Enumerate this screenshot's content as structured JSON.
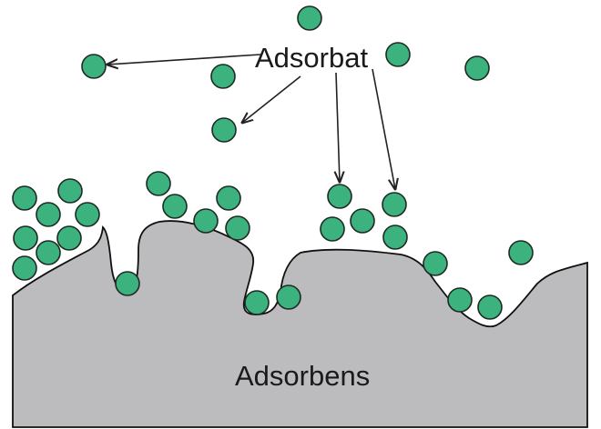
{
  "labels": {
    "adsorbat": "Adsorbat",
    "adsorbens": "Adsorbens"
  },
  "colors": {
    "molecule_fill": "#3cb27e",
    "molecule_stroke": "#1f2a24",
    "surface_fill": "#bcbcbe",
    "surface_stroke": "#111111",
    "background": "#ffffff",
    "arrow": "#222222"
  },
  "icons": {
    "molecule": "filled-circle"
  }
}
